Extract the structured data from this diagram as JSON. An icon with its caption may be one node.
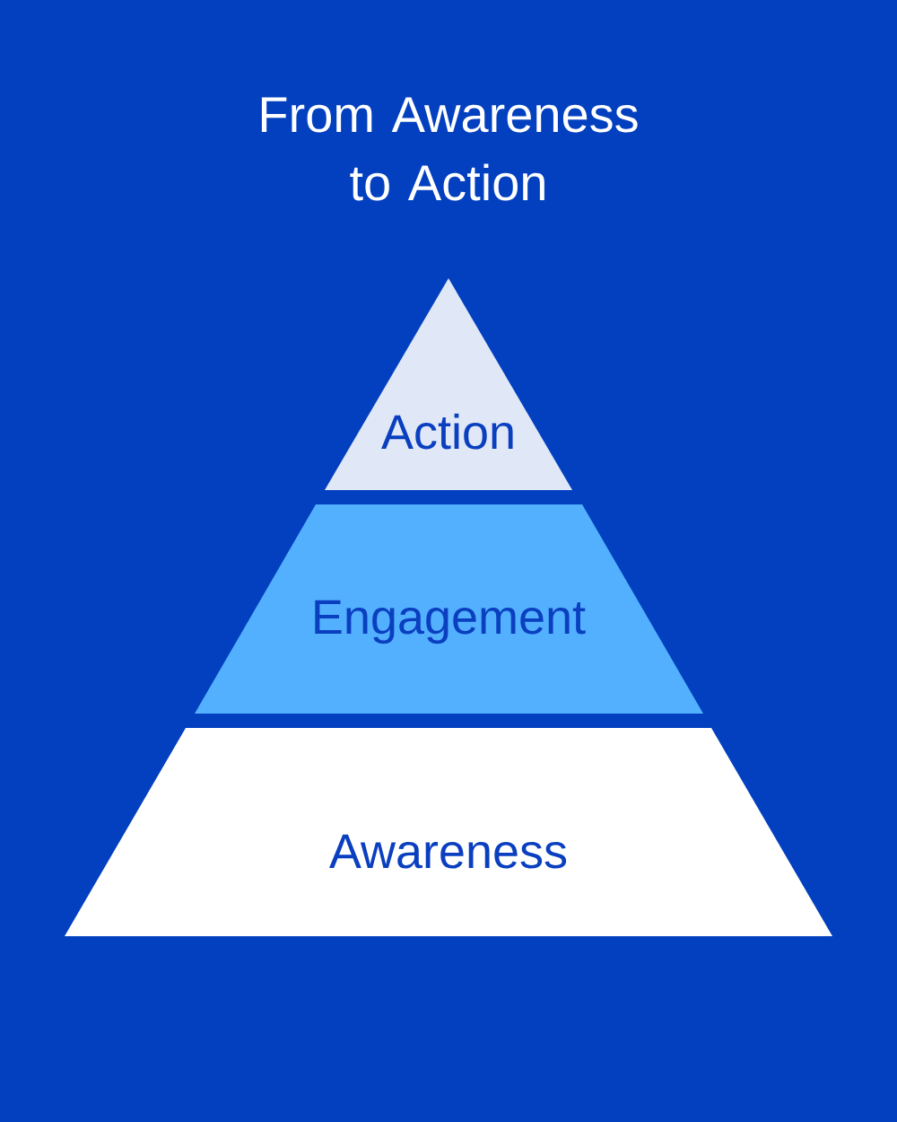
{
  "diagram": {
    "title": "From Awareness to Action",
    "nodes": [
      {
        "text": [
          "Action"
        ]
      },
      {
        "text": [
          "Engagement"
        ]
      },
      {
        "text": [
          "Awareness"
        ]
      }
    ]
  }
}
